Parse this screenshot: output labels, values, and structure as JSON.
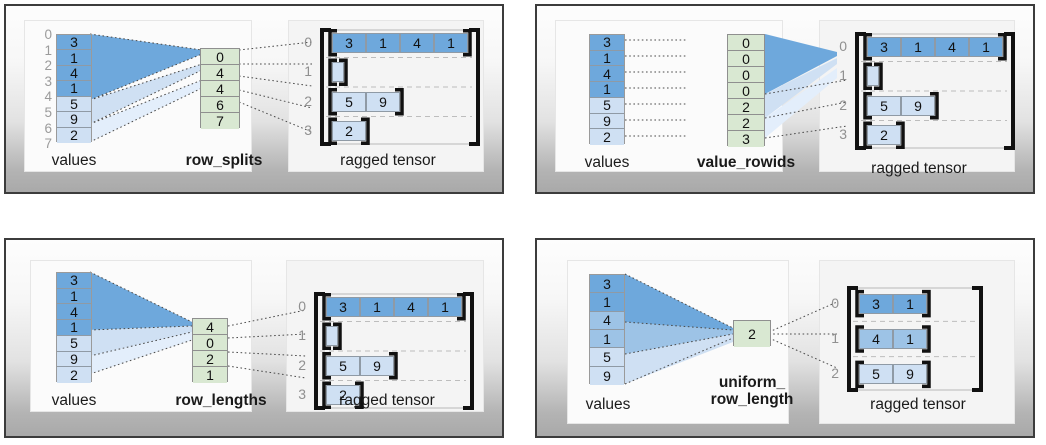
{
  "colors": {
    "dark_blue": "#6ea8dc",
    "mid_blue": "#9dc3e6",
    "light_blue": "#cfe0f3",
    "pale_blue": "#dbe8f7",
    "green": "#d9e8d2",
    "bracket": "#111111",
    "label_gray": "#9b9b9b",
    "panel_border": "#3c3c3c"
  },
  "panels": [
    {
      "id": "row_splits",
      "param_label": "row_splits",
      "values_label": "values",
      "tensor_label": "ragged tensor",
      "values": [
        "3",
        "1",
        "4",
        "1",
        "5",
        "9",
        "2"
      ],
      "value_index_labels": [
        "0",
        "1",
        "2",
        "3",
        "4",
        "5",
        "6",
        "7"
      ],
      "param_values": [
        "0",
        "4",
        "4",
        "6",
        "7"
      ],
      "rows": [
        {
          "label": "0",
          "cells": [
            "3",
            "1",
            "4",
            "1"
          ]
        },
        {
          "label": "1",
          "cells": []
        },
        {
          "label": "2",
          "cells": [
            "5",
            "9"
          ]
        },
        {
          "label": "3",
          "cells": [
            "2"
          ]
        }
      ]
    },
    {
      "id": "value_rowids",
      "param_label": "value_rowids",
      "values_label": "values",
      "tensor_label": "ragged tensor",
      "values": [
        "3",
        "1",
        "4",
        "1",
        "5",
        "9",
        "2"
      ],
      "value_index_labels": [],
      "param_values": [
        "0",
        "0",
        "0",
        "0",
        "2",
        "2",
        "3"
      ],
      "rows": [
        {
          "label": "0",
          "cells": [
            "3",
            "1",
            "4",
            "1"
          ]
        },
        {
          "label": "1",
          "cells": []
        },
        {
          "label": "2",
          "cells": [
            "5",
            "9"
          ]
        },
        {
          "label": "3",
          "cells": [
            "2"
          ]
        }
      ]
    },
    {
      "id": "row_lengths",
      "param_label": "row_lengths",
      "values_label": "values",
      "tensor_label": "ragged tensor",
      "values": [
        "3",
        "1",
        "4",
        "1",
        "5",
        "9",
        "2"
      ],
      "value_index_labels": [],
      "param_values": [
        "4",
        "0",
        "2",
        "1"
      ],
      "rows": [
        {
          "label": "0",
          "cells": [
            "3",
            "1",
            "4",
            "1"
          ]
        },
        {
          "label": "1",
          "cells": []
        },
        {
          "label": "2",
          "cells": [
            "5",
            "9"
          ]
        },
        {
          "label": "3",
          "cells": [
            "2"
          ]
        }
      ]
    },
    {
      "id": "uniform_row_length",
      "param_label": "uniform_\nrow_length",
      "values_label": "values",
      "tensor_label": "ragged tensor",
      "values": [
        "3",
        "1",
        "4",
        "1",
        "5",
        "9"
      ],
      "value_index_labels": [],
      "param_values": [
        "2"
      ],
      "rows": [
        {
          "label": "0",
          "cells": [
            "3",
            "1"
          ]
        },
        {
          "label": "1",
          "cells": [
            "4",
            "1"
          ]
        },
        {
          "label": "2",
          "cells": [
            "5",
            "9"
          ]
        }
      ]
    }
  ]
}
